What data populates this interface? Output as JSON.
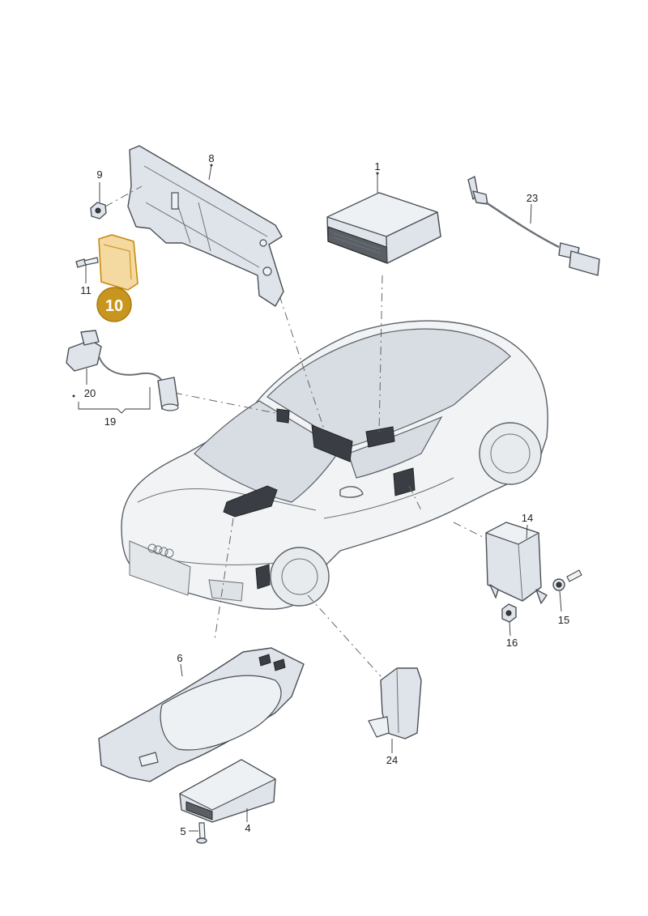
{
  "callouts": [
    {
      "id": "p1",
      "text": "1"
    },
    {
      "id": "p4",
      "text": "4"
    },
    {
      "id": "p5",
      "text": "5"
    },
    {
      "id": "p6",
      "text": "6"
    },
    {
      "id": "p8",
      "text": "8"
    },
    {
      "id": "p9",
      "text": "9"
    },
    {
      "id": "p10",
      "text": "10"
    },
    {
      "id": "p11",
      "text": "11"
    },
    {
      "id": "p14",
      "text": "14"
    },
    {
      "id": "p15",
      "text": "15"
    },
    {
      "id": "p16",
      "text": "16"
    },
    {
      "id": "p19",
      "text": "19"
    },
    {
      "id": "p20",
      "text": "20"
    },
    {
      "id": "p23",
      "text": "23"
    },
    {
      "id": "p24",
      "text": "24"
    }
  ],
  "highlight": {
    "text": "10",
    "color": "#c8961e",
    "text_color": "#ffffff"
  },
  "colors": {
    "highlight_outline": "#c88a12",
    "linework": "#4a4f55",
    "background": "#ffffff"
  },
  "icons": [
    "vehicle-illustration",
    "bracket-icon",
    "control-unit-icon",
    "antenna-cable-icon",
    "nut-icon",
    "screw-icon"
  ]
}
